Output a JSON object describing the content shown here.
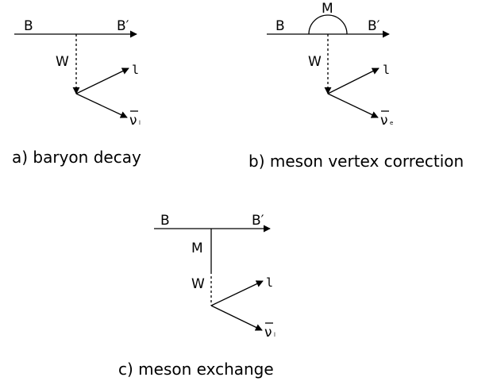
{
  "diagram_a": {
    "incoming": "B",
    "outgoing": "B′",
    "boson": "W",
    "lepton": "l",
    "neutrino": "ν",
    "neutrino_sub": "l",
    "caption": "a) baryon decay"
  },
  "diagram_b": {
    "incoming": "B",
    "outgoing": "B′",
    "loop_meson": "M",
    "boson": "W",
    "lepton": "l",
    "neutrino": "ν",
    "neutrino_sub": "e",
    "caption": "b) meson vertex correction"
  },
  "diagram_c": {
    "incoming": "B",
    "outgoing": "B′",
    "meson": "M",
    "boson": "W",
    "lepton": "l",
    "neutrino": "ν",
    "neutrino_sub": "l",
    "caption": "c) meson exchange"
  }
}
